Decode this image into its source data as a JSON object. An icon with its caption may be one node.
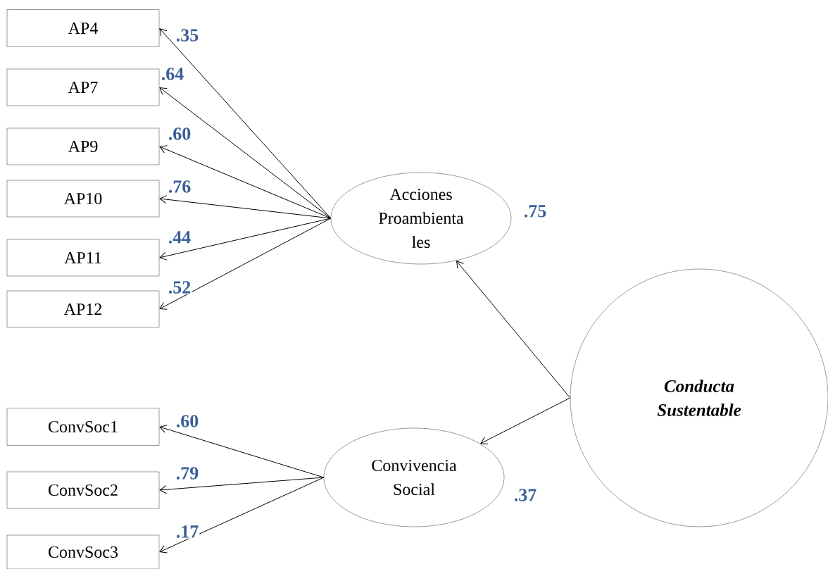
{
  "diagram": {
    "nodes": [
      {
        "text": [
          "AP4"
        ]
      },
      {
        "text": [
          "AP7"
        ]
      },
      {
        "text": [
          "AP9"
        ]
      },
      {
        "text": [
          "AP10"
        ]
      },
      {
        "text": [
          "AP11"
        ]
      },
      {
        "text": [
          "AP12"
        ]
      },
      {
        "text": [
          "Acciones Proambienta les"
        ],
        "beside": [
          ".75"
        ]
      },
      {
        "text": [
          "ConvSoc1"
        ]
      },
      {
        "text": [
          "ConvSoc2"
        ]
      },
      {
        "text": [
          "ConvSoc3"
        ]
      },
      {
        "text": [
          "Convivencia Social"
        ],
        "beside": [
          ".37"
        ]
      },
      {
        "text": [
          "Conducta Sustentable"
        ]
      }
    ],
    "edges": [
      {
        "from": 6,
        "to": 0,
        "arrow": "to",
        "label": ".35"
      },
      {
        "from": 6,
        "to": 1,
        "arrow": "to",
        "label": ".64"
      },
      {
        "from": 6,
        "to": 2,
        "arrow": "to",
        "label": ".60"
      },
      {
        "from": 6,
        "to": 3,
        "arrow": "to",
        "label": ".76"
      },
      {
        "from": 6,
        "to": 4,
        "arrow": "to",
        "label": ".44"
      },
      {
        "from": 6,
        "to": 5,
        "arrow": "to",
        "label": ".52"
      },
      {
        "from": 10,
        "to": 7,
        "arrow": "to",
        "label": ".60"
      },
      {
        "from": 10,
        "to": 8,
        "arrow": "to",
        "label": ".79"
      },
      {
        "from": 10,
        "to": 9,
        "arrow": "to",
        "label": ".17"
      },
      {
        "from": 11,
        "to": 6,
        "arrow": "to"
      },
      {
        "from": 11,
        "to": 10,
        "arrow": "to"
      }
    ]
  }
}
